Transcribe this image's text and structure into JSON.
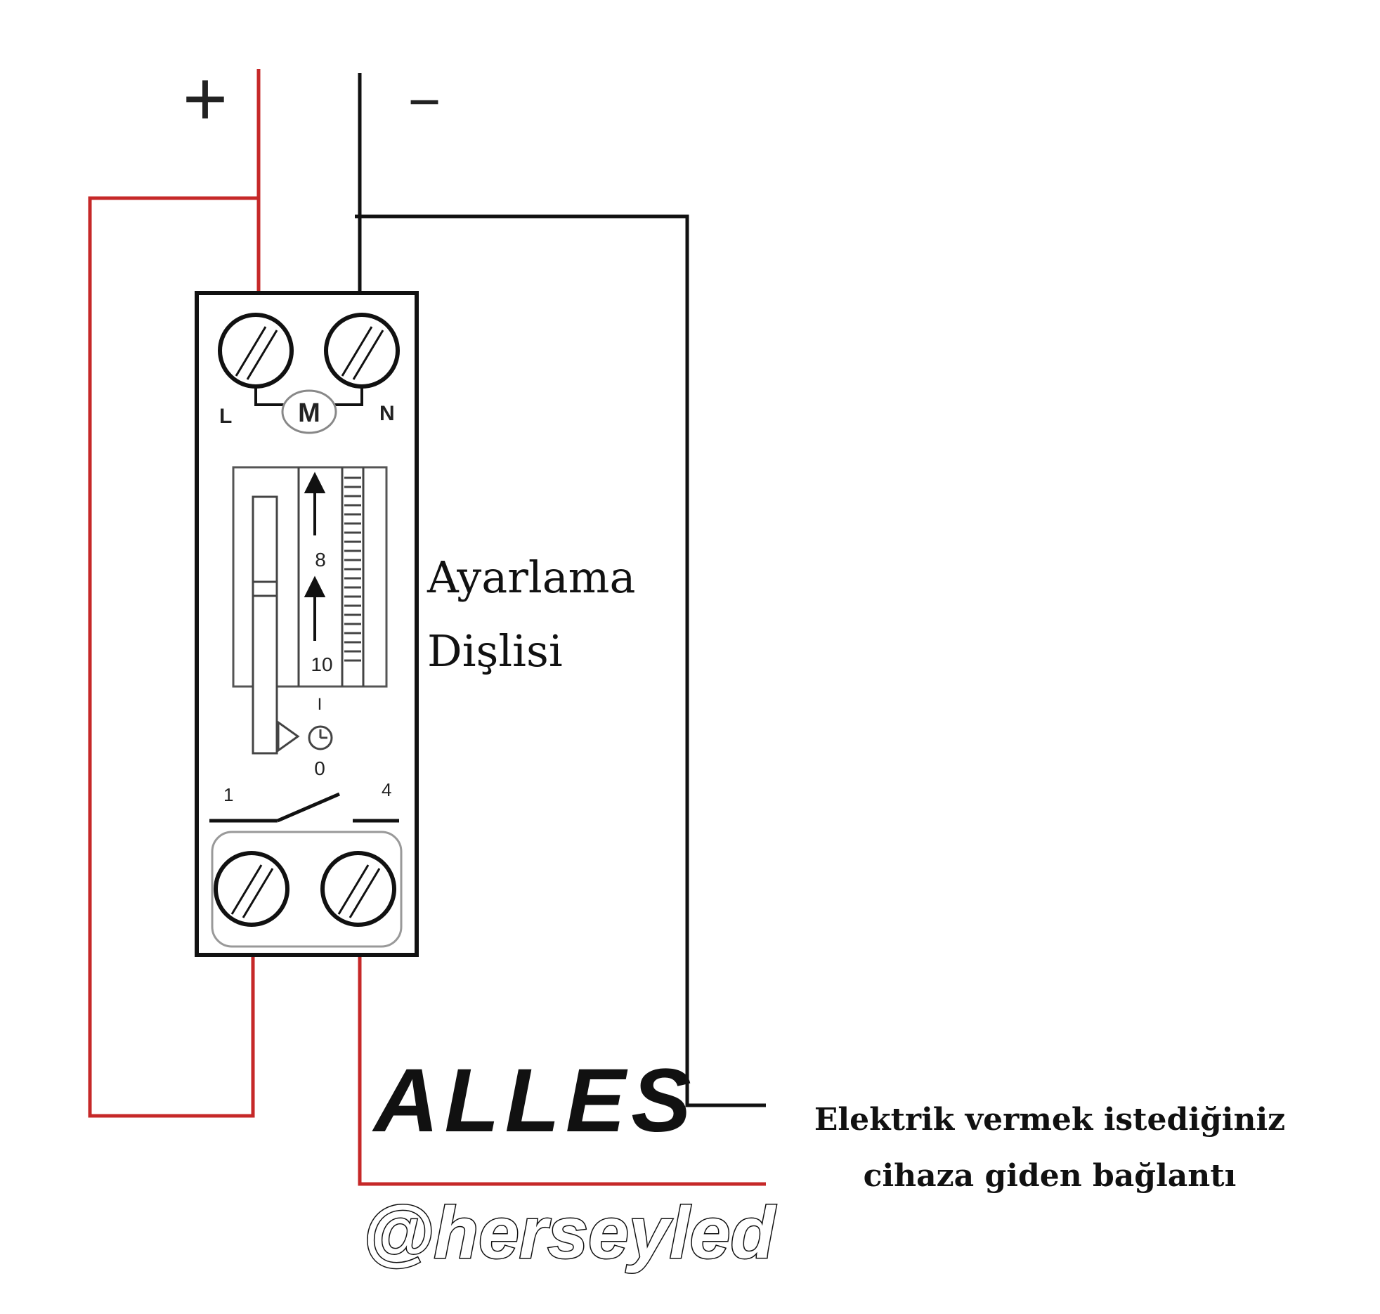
{
  "terminals": {
    "plus": "+",
    "minus": "−",
    "l": "L",
    "n": "N",
    "motor": "M",
    "out_1": "1",
    "out_4": "4"
  },
  "dial": {
    "mark_8": "8",
    "mark_10": "10",
    "mark_i": "I",
    "mark_0": "0"
  },
  "labels": {
    "gear_line1": "Ayarlama",
    "gear_line2": "Dişlisi",
    "output_line1": "Elektrik vermek istediğiniz",
    "output_line2": "cihaza giden bağlantı"
  },
  "brand": {
    "name": "ALLES",
    "handle": "@herseyled"
  },
  "colors": {
    "live_wire": "#c62828",
    "neutral_wire": "#111111",
    "device_outline": "#111111"
  }
}
